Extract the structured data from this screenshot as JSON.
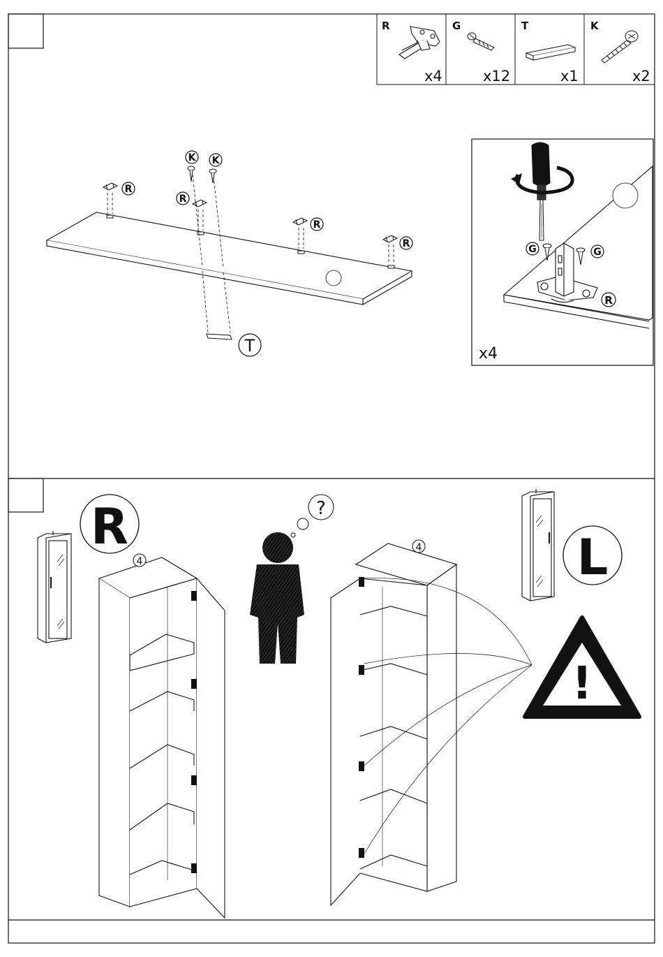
{
  "parts": [
    {
      "letter": "R",
      "qty": "x4"
    },
    {
      "letter": "G",
      "qty": "x12"
    },
    {
      "letter": "T",
      "qty": "x1"
    },
    {
      "letter": "K",
      "qty": "x2"
    }
  ],
  "step1": {
    "labels": {
      "r": "R",
      "k": "K",
      "t": "T"
    },
    "detail": {
      "g": "G",
      "r": "R",
      "mult": "x4"
    }
  },
  "step2": {
    "right_label": "R",
    "left_label": "L",
    "panel_number": "4",
    "thought": "?",
    "warning": "!"
  }
}
